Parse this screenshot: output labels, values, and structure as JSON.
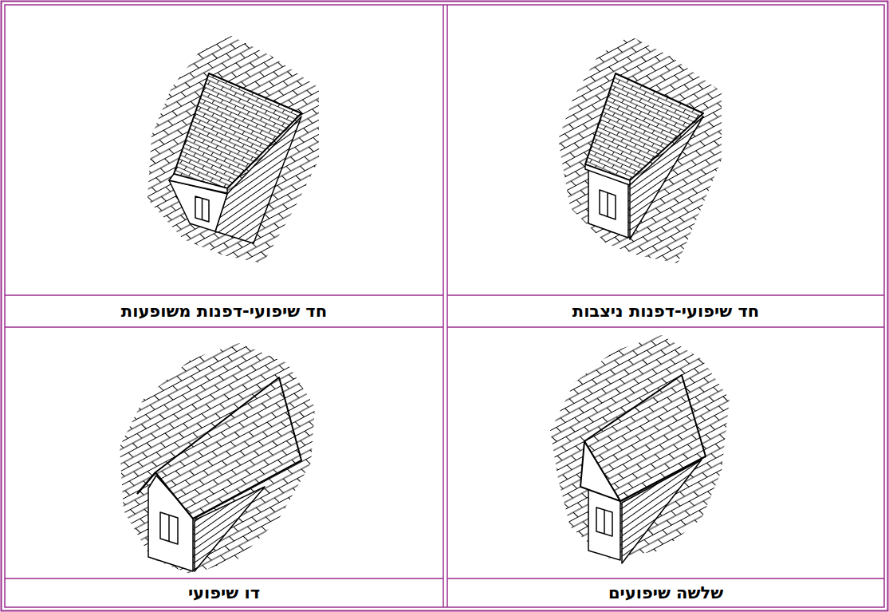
{
  "diagram": {
    "labels": [
      "חד שיפועי-דפנות ניצבות",
      "חד שיפועי-דפנות משופעות",
      "שלשה שיפועים",
      "דו שיפועי"
    ]
  }
}
